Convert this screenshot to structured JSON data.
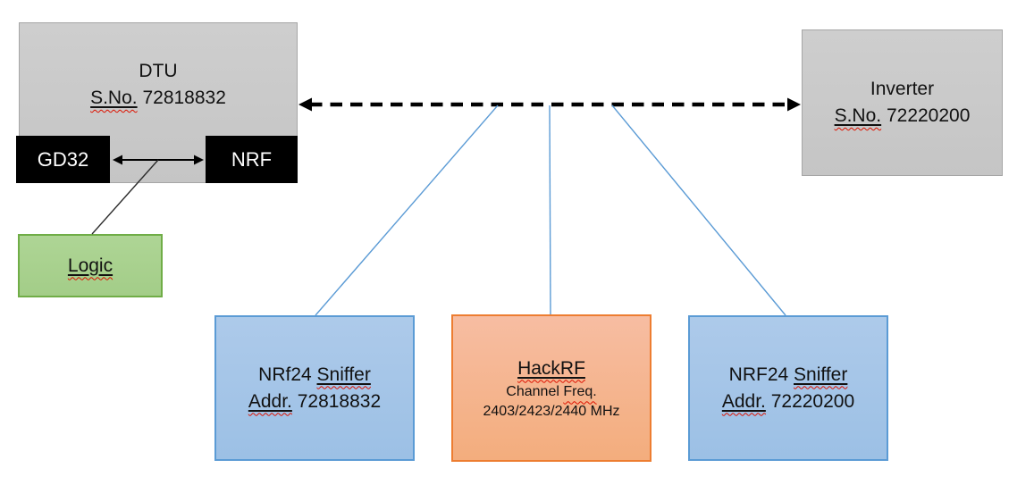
{
  "diagram": {
    "dtu": {
      "title": "DTU",
      "serial_label": "S.No.",
      "serial_number": " 72818832"
    },
    "gd32": {
      "label": "GD32"
    },
    "nrf": {
      "label": "NRF"
    },
    "logic": {
      "label": "Logic"
    },
    "inverter": {
      "title": "Inverter",
      "serial_label": "S.No.",
      "serial_number": " 72220200"
    },
    "sniffer1": {
      "name_plain": "NRf24 ",
      "name_marked": "Sniffer",
      "addr_label": "Addr.",
      "addr_value": " 72818832"
    },
    "hackrf": {
      "title": "HackRF",
      "freq_label_plain": "Channel ",
      "freq_label_marked": "Freq.",
      "frequencies": "2403/2423/2440 MHz"
    },
    "sniffer2": {
      "name_plain": "NRF24 ",
      "name_marked": "Sniffer",
      "addr_label": "Addr.",
      "addr_value": " 72220200"
    }
  },
  "colors": {
    "gray_fill": "#c9c9c9",
    "gray_border": "#a6a6a6",
    "black_fill": "#000000",
    "green_fill": "#a9d18e",
    "green_border": "#70ad47",
    "blue_fill": "#9dc3e6",
    "blue_border": "#5b9bd5",
    "orange_fill": "#f4b183",
    "orange_border": "#ed7d31",
    "connector_blue": "#5b9bd5",
    "arrow_black": "#000000",
    "squiggle_red": "#dd1100"
  }
}
